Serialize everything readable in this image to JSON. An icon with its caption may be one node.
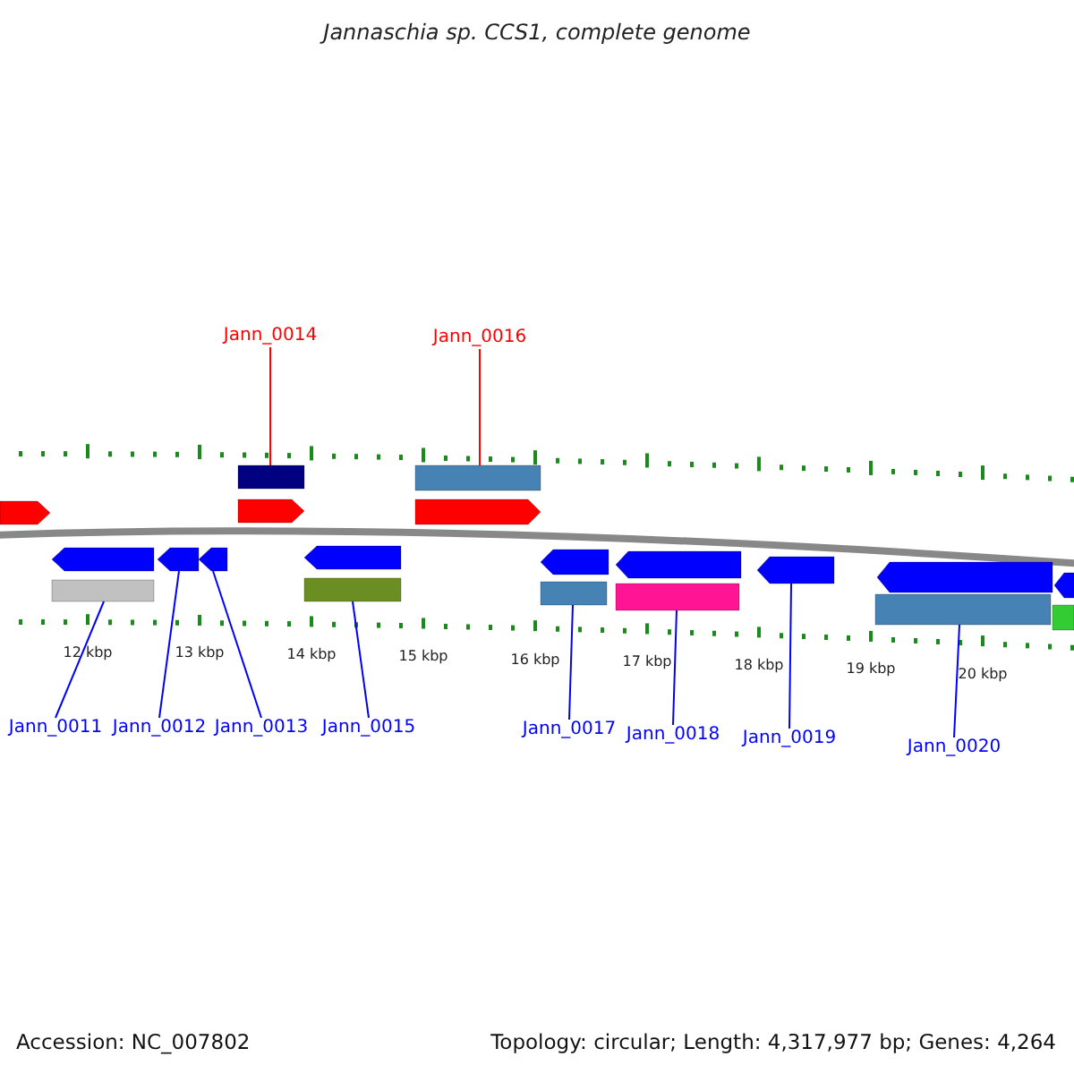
{
  "diagram": {
    "title": "Jannaschia sp. CCS1, complete genome",
    "nodes": [
      {
        "text": [
          "Jann_0014"
        ]
      },
      {
        "text": [
          "Jann_0016"
        ]
      },
      {
        "text": [],
        "shape": "bar"
      },
      {
        "text": [],
        "shape": "bar"
      },
      {
        "text": [],
        "shape": "arrow"
      },
      {
        "text": [],
        "shape": "arrow"
      },
      {
        "text": [],
        "shape": "arrow"
      },
      {
        "text": [],
        "shape": "arrow"
      },
      {
        "text": [],
        "shape": "arrow"
      },
      {
        "text": [],
        "shape": "arrow"
      },
      {
        "text": [],
        "shape": "arrow"
      },
      {
        "text": [],
        "shape": "arrow"
      },
      {
        "text": [],
        "shape": "arrow"
      },
      {
        "text": [],
        "shape": "arrow"
      },
      {
        "text": [],
        "shape": "arrow"
      },
      {
        "text": [],
        "shape": "arrow"
      },
      {
        "text": [],
        "shape": "bar"
      },
      {
        "text": [],
        "shape": "bar"
      },
      {
        "text": [],
        "shape": "bar"
      },
      {
        "text": [],
        "shape": "bar"
      },
      {
        "text": [],
        "shape": "bar"
      },
      {
        "text": [],
        "shape": "bar"
      },
      {
        "text": [
          "Jann_0011"
        ]
      },
      {
        "text": [
          "Jann_0012"
        ]
      },
      {
        "text": [
          "Jann_0013"
        ]
      },
      {
        "text": [
          "Jann_0015"
        ]
      },
      {
        "text": [
          "Jann_0017"
        ]
      },
      {
        "text": [
          "Jann_0018"
        ]
      },
      {
        "text": [
          "Jann_0019"
        ]
      },
      {
        "text": [
          "Jann_0020"
        ]
      }
    ],
    "edges": [
      {
        "from": 0,
        "to": 2,
        "arrow": "none",
        "color": "#ff0000"
      },
      {
        "from": 1,
        "to": 3,
        "arrow": "none",
        "color": "#ff0000"
      },
      {
        "from": 22,
        "to": 16,
        "arrow": "none"
      },
      {
        "from": 23,
        "to": 8,
        "arrow": "none"
      },
      {
        "from": 24,
        "to": 9,
        "arrow": "none"
      },
      {
        "from": 25,
        "to": 17,
        "arrow": "none"
      },
      {
        "from": 26,
        "to": 18,
        "arrow": "none"
      },
      {
        "from": 27,
        "to": 19,
        "arrow": "none"
      },
      {
        "from": 28,
        "to": 13,
        "arrow": "none"
      },
      {
        "from": 29,
        "to": 20,
        "arrow": "none"
      }
    ],
    "labels": [
      "12 kbp",
      "13 kbp",
      "14 kbp",
      "15 kbp",
      "16 kbp",
      "17 kbp",
      "18 kbp",
      "19 kbp",
      "20 kbp",
      "Accession: NC_007802",
      "Topology: circular; Length: 4,317,977 bp; Genes: 4,264"
    ]
  }
}
